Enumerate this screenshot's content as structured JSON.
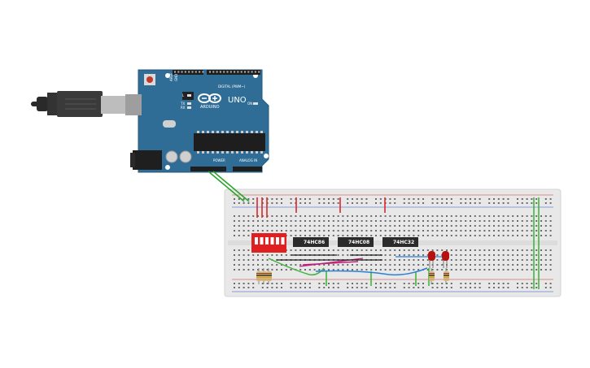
{
  "canvas": {
    "background": "#ffffff"
  },
  "arduino": {
    "board_color": "#2f6d96",
    "logo_text": "ARDUINO",
    "model_text": "UNO",
    "digital_label": "DIGITAL (PWM~)",
    "power_label": "POWER",
    "analog_label": "ANALOG IN",
    "tx_label": "TX",
    "rx_label": "RX",
    "l_label": "L",
    "on_label": "ON",
    "aref_label": "AREF",
    "gnd_label": "GND"
  },
  "usb_cable": {
    "icon": "usb-plug-icon"
  },
  "breadboard": {
    "color": "#e8e8e8"
  },
  "chips": [
    {
      "label": "74HC86"
    },
    {
      "label": "74HC08"
    },
    {
      "label": "74HC32"
    }
  ],
  "dip_switch": {
    "color": "#e02020",
    "positions": 6
  },
  "leds": [
    {
      "color": "#b80f0f"
    },
    {
      "color": "#b80f0f"
    }
  ],
  "wire_colors": {
    "power": "#2aa32a",
    "red": "#d62a2a",
    "blue": "#2a7fd6",
    "green": "#3fb53f",
    "magenta": "#c0207a",
    "black": "#222222"
  }
}
